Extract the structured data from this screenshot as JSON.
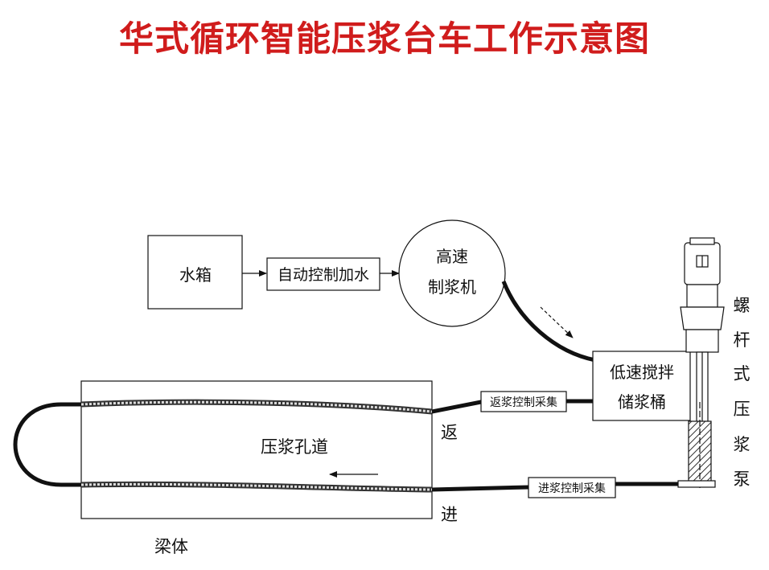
{
  "title": "华式循环智能压浆台车工作示意图",
  "colors": {
    "title": "#d01c1c",
    "lines": "#111111"
  },
  "labels": {
    "water_tank": "水箱",
    "auto_water": "自动控制加水",
    "mixer_line1": "高速",
    "mixer_line2": "制浆机",
    "storage_line1": "低速搅拌",
    "storage_line2": "储浆桶",
    "return_control": "返浆控制采集",
    "inlet_control": "进浆控制采集",
    "duct": "压浆孔道",
    "return": "返",
    "inlet": "进",
    "beam": "梁体",
    "pump_chars": [
      "螺",
      "杆",
      "式",
      "压",
      "浆",
      "泵"
    ]
  }
}
